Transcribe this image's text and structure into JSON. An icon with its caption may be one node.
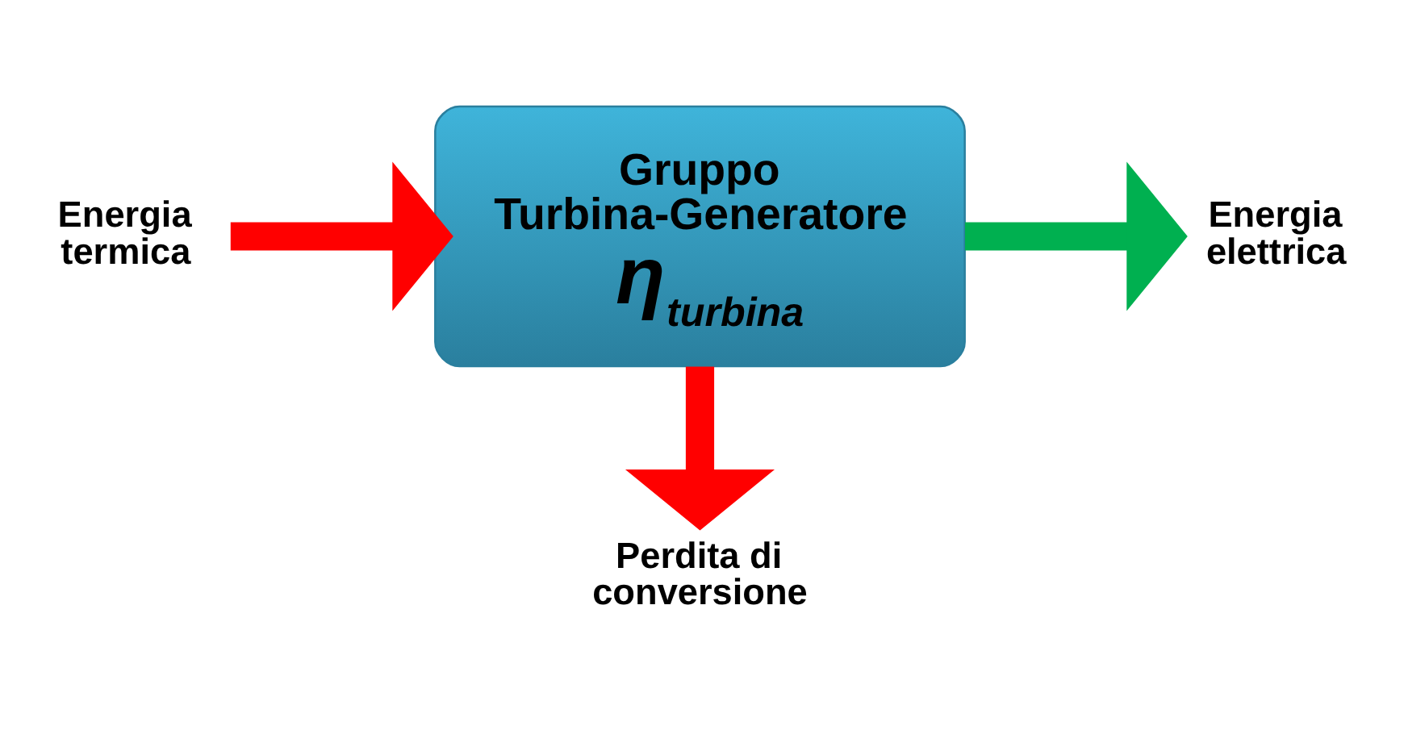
{
  "diagram": {
    "nodes": [
      {
        "text": [
          "Energia termica"
        ]
      },
      {
        "text": [
          "Gruppo Turbina-Generatore",
          "η$_{turbina}$"
        ]
      },
      {
        "text": [
          "Energia elettrica"
        ]
      },
      {
        "text": [
          "Perdita di conversione"
        ]
      }
    ],
    "edges": [
      {
        "from": 0,
        "to": 1,
        "arrow": "to"
      },
      {
        "from": 1,
        "to": 2,
        "arrow": "to",
        "color": "#00b050"
      },
      {
        "from": 1,
        "to": 3,
        "arrow": "to"
      }
    ]
  }
}
